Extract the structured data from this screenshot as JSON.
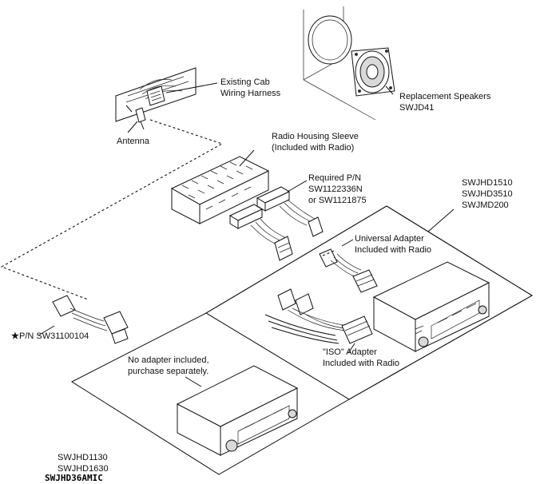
{
  "labels": {
    "harness": [
      "Existing Cab",
      "Wiring Harness"
    ],
    "antenna": "Antenna",
    "speakers": [
      "Replacement Speakers",
      "SWJD41"
    ],
    "sleeve": [
      "Radio Housing Sleeve",
      "(Included with Radio)"
    ],
    "required": [
      "Required P/N",
      "SW1122336N",
      "or SW1121875"
    ],
    "models_right": [
      "SWJHD1510",
      "SWJHD3510",
      "SWJMD200"
    ],
    "universal": [
      "Universal Adapter",
      "Included with Radio"
    ],
    "iso": [
      "\"ISO\" Adapter",
      "Included with Radio"
    ],
    "pn_adapter": "P/N SW31100104",
    "no_adapter": [
      "No adapter included,",
      "purchase separately."
    ],
    "models_left": [
      "SWJHD1130",
      "SWJHD1630"
    ],
    "footer_code": "SWJHD36AMIC"
  },
  "icons": [
    "asterisk-icon"
  ]
}
